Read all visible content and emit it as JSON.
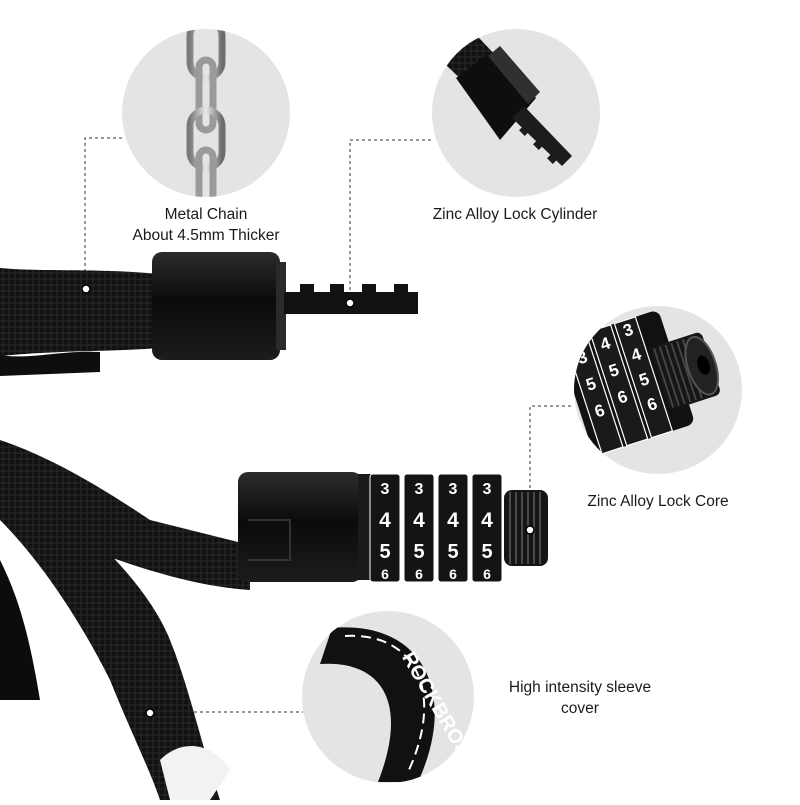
{
  "features": [
    {
      "id": "chain",
      "icon": "chain-icon",
      "lines": [
        "Metal Chain",
        "About 4.5mm Thicker"
      ]
    },
    {
      "id": "cylinder",
      "icon": "lock-cylinder-icon",
      "lines": [
        "Zinc Alloy Lock Cylinder"
      ]
    },
    {
      "id": "core",
      "icon": "lock-core-icon",
      "lines": [
        "Zinc Alloy Lock Core"
      ]
    },
    {
      "id": "sleeve",
      "icon": "sleeve-icon",
      "lines": [
        "High intensity sleeve",
        "cover"
      ]
    }
  ],
  "dial": {
    "digits_row_top": [
      "3",
      "3",
      "3",
      "3"
    ],
    "digits_row_main": [
      "4",
      "4",
      "4",
      "4"
    ],
    "digits_row_low": [
      "5",
      "5",
      "5",
      "5"
    ],
    "digits_row_bottom": [
      "6",
      "6",
      "6",
      "6"
    ]
  },
  "inset_dial": {
    "wheel_1": [
      "3",
      "5",
      "6"
    ],
    "wheel_2": [
      "4",
      "5",
      "6"
    ],
    "wheel_3": [
      "3",
      "4",
      "5",
      "6"
    ]
  },
  "sleeve_print": "ROCKBROS",
  "colors": {
    "circle_bg": "#e4e4e4",
    "body": "#0d0d0d",
    "dial_face": "#141414",
    "digit": "#ffffff",
    "guide": "#333333"
  }
}
